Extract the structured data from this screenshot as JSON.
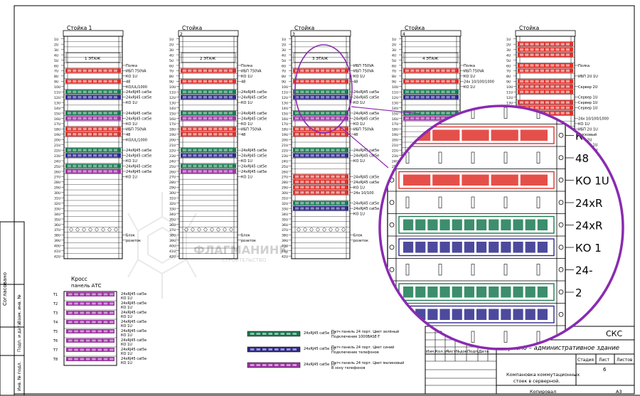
{
  "colors": {
    "red": "#e0302a",
    "green": "#1a7a52",
    "blue": "#2e2a8c",
    "purple": "#9e35a5",
    "magnifier": "#8a2bb0",
    "line": "#000000"
  },
  "racks": [
    {
      "title": "Стойка 1",
      "number": "",
      "floor_label": "1 ЭТАЖ",
      "units": [
        {
          "u": 6,
          "c": "red"
        },
        {
          "u": 8,
          "c": "red"
        },
        {
          "u": 10,
          "c": "green"
        },
        {
          "u": 11,
          "c": "blue"
        },
        {
          "u": 14,
          "c": "green"
        },
        {
          "u": 15,
          "c": "purple"
        },
        {
          "u": 17,
          "c": "red"
        },
        {
          "u": 18,
          "c": "red"
        },
        {
          "u": 21,
          "c": "green"
        },
        {
          "u": 22,
          "c": "blue"
        },
        {
          "u": 24,
          "c": "green"
        },
        {
          "u": 25,
          "c": "purple"
        }
      ],
      "labels": [
        {
          "u": 5,
          "text": "Полка"
        },
        {
          "u": 6,
          "text": "ИБП 750VA"
        },
        {
          "u": 7,
          "text": "КО 1U"
        },
        {
          "u": 8,
          "text": "48"
        },
        {
          "u": 9,
          "text": "КО/UL/1000"
        },
        {
          "u": 10,
          "text": "24xRJ45 cat5e"
        },
        {
          "u": 11,
          "text": "24xRJ45 cat5e"
        },
        {
          "u": 12,
          "text": "КО 1U"
        },
        {
          "u": 14,
          "text": "24xRJ45 cat5e"
        },
        {
          "u": 15,
          "text": "24xRJ45 cat5e"
        },
        {
          "u": 16,
          "text": "КО 1U"
        },
        {
          "u": 17,
          "text": "ИБП 750VA"
        },
        {
          "u": 18,
          "text": "48"
        },
        {
          "u": 19,
          "text": "КО/UL/1000"
        },
        {
          "u": 21,
          "text": "24xRJ45 cat5e"
        },
        {
          "u": 22,
          "text": "24xRJ45 cat5e"
        },
        {
          "u": 23,
          "text": "КО 1U"
        },
        {
          "u": 24,
          "text": "24xRJ45 cat5e"
        },
        {
          "u": 25,
          "text": "24xRJ45 cat5e"
        },
        {
          "u": 26,
          "text": "КО 1U"
        },
        {
          "u": 37,
          "text": "Блок"
        },
        {
          "u": 38,
          "text": "розеток"
        }
      ]
    },
    {
      "title": "Стойка",
      "number": "2",
      "floor_label": "2 ЭТАЖ",
      "units": [
        {
          "u": 6,
          "c": "red"
        },
        {
          "u": 8,
          "c": "red"
        },
        {
          "u": 10,
          "c": "green"
        },
        {
          "u": 11,
          "c": "blue"
        },
        {
          "u": 14,
          "c": "green"
        },
        {
          "u": 15,
          "c": "purple"
        },
        {
          "u": 17,
          "c": "red"
        },
        {
          "u": 18,
          "c": "red"
        },
        {
          "u": 21,
          "c": "green"
        },
        {
          "u": 22,
          "c": "blue"
        },
        {
          "u": 24,
          "c": "green"
        },
        {
          "u": 25,
          "c": "purple"
        }
      ],
      "labels": [
        {
          "u": 5,
          "text": "Полка"
        },
        {
          "u": 6,
          "text": "ИБП 750VA"
        },
        {
          "u": 7,
          "text": "КО 1U"
        },
        {
          "u": 8,
          "text": "48"
        },
        {
          "u": 10,
          "text": "24xRJ45 cat5e"
        },
        {
          "u": 11,
          "text": "24xRJ45 cat5e"
        },
        {
          "u": 12,
          "text": "КО 1U"
        },
        {
          "u": 14,
          "text": "24xRJ45 cat5e"
        },
        {
          "u": 15,
          "text": "24xRJ45 cat5e"
        },
        {
          "u": 16,
          "text": "КО 1U"
        },
        {
          "u": 17,
          "text": "ИБП 750VA"
        },
        {
          "u": 18,
          "text": "48"
        },
        {
          "u": 21,
          "text": "24xRJ45 cat5e"
        },
        {
          "u": 22,
          "text": "24xRJ45 cat5e"
        },
        {
          "u": 23,
          "text": "КО 1U"
        },
        {
          "u": 24,
          "text": "24xRJ45 cat5e"
        },
        {
          "u": 25,
          "text": "24xRJ45 cat5e"
        },
        {
          "u": 26,
          "text": "КО 1U"
        },
        {
          "u": 37,
          "text": "Блок"
        },
        {
          "u": 38,
          "text": "розеток"
        }
      ]
    },
    {
      "title": "Стойка",
      "number": "3",
      "floor_label": "3 ЭТАЖ",
      "units": [
        {
          "u": 6,
          "c": "red"
        },
        {
          "u": 8,
          "c": "red"
        },
        {
          "u": 10,
          "c": "green"
        },
        {
          "u": 11,
          "c": "blue"
        },
        {
          "u": 14,
          "c": "green"
        },
        {
          "u": 15,
          "c": "purple"
        },
        {
          "u": 17,
          "c": "red"
        },
        {
          "u": 18,
          "c": "red"
        },
        {
          "u": 21,
          "c": "green"
        },
        {
          "u": 22,
          "c": "blue"
        },
        {
          "u": 26,
          "c": "red"
        },
        {
          "u": 27,
          "c": "red"
        },
        {
          "u": 28,
          "c": "red"
        },
        {
          "u": 29,
          "c": "red"
        },
        {
          "u": 31,
          "c": "green"
        },
        {
          "u": 32,
          "c": "blue"
        }
      ],
      "labels": [
        {
          "u": 5,
          "text": "ИБП 750VA"
        },
        {
          "u": 6,
          "text": "ИБП 750VA"
        },
        {
          "u": 7,
          "text": "КО 1U"
        },
        {
          "u": 8,
          "text": "48"
        },
        {
          "u": 10,
          "text": "24xRJ45 cat5e"
        },
        {
          "u": 11,
          "text": "24xRJ45 cat5e"
        },
        {
          "u": 12,
          "text": "КО 1U"
        },
        {
          "u": 14,
          "text": "24xRJ45 cat5e"
        },
        {
          "u": 15,
          "text": "24xRJ45 cat5e"
        },
        {
          "u": 16,
          "text": "КО 1U"
        },
        {
          "u": 17,
          "text": "ИБП 750VA"
        },
        {
          "u": 18,
          "text": "48"
        },
        {
          "u": 21,
          "text": "24xRJ45 cat5e"
        },
        {
          "u": 22,
          "text": "24xRJ45 cat5e"
        },
        {
          "u": 23,
          "text": "КО 1U"
        },
        {
          "u": 26,
          "text": "24xRJ45 cat5e"
        },
        {
          "u": 27,
          "text": "24xRJ45 cat5e"
        },
        {
          "u": 28,
          "text": "КО 1U"
        },
        {
          "u": 29,
          "text": "24x 10/100"
        },
        {
          "u": 31,
          "text": "24xRJ45 cat5e"
        },
        {
          "u": 32,
          "text": "24xRJ45 cat5e"
        },
        {
          "u": 33,
          "text": "КО 1U"
        },
        {
          "u": 37,
          "text": "Блок"
        },
        {
          "u": 38,
          "text": "розеток"
        }
      ]
    },
    {
      "title": "Стойка",
      "number": "4",
      "floor_label": "4 ЭТАЖ",
      "units": [
        {
          "u": 6,
          "c": "red"
        },
        {
          "u": 8,
          "c": "red"
        },
        {
          "u": 10,
          "c": "green"
        },
        {
          "u": 11,
          "c": "blue"
        },
        {
          "u": 14,
          "c": "green"
        },
        {
          "u": 15,
          "c": "purple"
        }
      ],
      "labels": [
        {
          "u": 5,
          "text": "Полка"
        },
        {
          "u": 6,
          "text": "ИБП 750VA"
        },
        {
          "u": 7,
          "text": "КО 1U"
        },
        {
          "u": 8,
          "text": "24x 10/100/1000"
        },
        {
          "u": 9,
          "text": "КО 1U"
        }
      ]
    },
    {
      "title": "Стойка",
      "number": "",
      "floor_label": "",
      "units": [
        {
          "u": 1,
          "c": "red"
        },
        {
          "u": 2,
          "c": "red"
        },
        {
          "u": 3,
          "c": "red"
        },
        {
          "u": 5,
          "c": "red"
        },
        {
          "u": 6,
          "c": "red"
        },
        {
          "u": 8,
          "c": "red"
        },
        {
          "u": 9,
          "c": "red"
        },
        {
          "u": 10,
          "c": "red"
        },
        {
          "u": 12,
          "c": "red"
        },
        {
          "u": 13,
          "c": "red"
        },
        {
          "u": 14,
          "c": "red"
        }
      ],
      "labels": [
        {
          "u": 5,
          "text": "Полка"
        },
        {
          "u": 7,
          "text": "ИБП 2U 1U"
        },
        {
          "u": 9,
          "text": "Сервер 2U"
        },
        {
          "u": 11,
          "text": "Сервер 1U"
        },
        {
          "u": 12,
          "text": "Сервер 1U"
        },
        {
          "u": 13,
          "text": "Сервер 1U"
        },
        {
          "u": 15,
          "text": "24x 10/100/1000"
        },
        {
          "u": 16,
          "text": "КО 1U"
        },
        {
          "u": 17,
          "text": "ИБП 2U 1U"
        },
        {
          "u": 18,
          "text": "Дисковый"
        },
        {
          "u": 19,
          "text": "ИБП 2U"
        },
        {
          "u": 20,
          "text": "Сервер 1U"
        },
        {
          "u": 21,
          "text": "Сервер 1U"
        },
        {
          "u": 22,
          "text": "Сервер 2U"
        }
      ]
    }
  ],
  "cross": {
    "title_line1": "Кросс",
    "title_line2": "панель АТС",
    "rows": [
      {
        "num": "Т1",
        "labels": [
          "24xRJ45 cat5e",
          "КО 1U"
        ]
      },
      {
        "num": "Т2",
        "labels": [
          "24xRJ45 cat5e",
          "КО 1U"
        ]
      },
      {
        "num": "Т3",
        "labels": [
          "24xRJ45 cat5e",
          "КО 1U"
        ]
      },
      {
        "num": "Т4",
        "labels": [
          "24xRJ45 cat5e",
          "КО 1U"
        ]
      },
      {
        "num": "Т5",
        "labels": [
          "24xRJ45 cat5e",
          "КО 1U"
        ]
      },
      {
        "num": "Т6",
        "labels": [
          "24xRJ45 cat5e",
          "КО 1U"
        ]
      },
      {
        "num": "Т7",
        "labels": [
          "24xRJ45 cat5e",
          "КО 1U"
        ]
      },
      {
        "num": "Т8",
        "labels": [
          "24xRJ45 cat5e",
          "КО 1U"
        ]
      }
    ]
  },
  "legend": [
    {
      "color": "green",
      "label": "24xRJ45 cat5e 1U",
      "desc1": "Патч панель 24 порт. Цвет зелёный",
      "desc2": "Подключение 1000BASE-T"
    },
    {
      "color": "blue",
      "label": "24xRJ45 cat5e 1U",
      "desc1": "Патч панель 24 порт. Цвет синий",
      "desc2": "Подключение телефонов"
    },
    {
      "color": "purple",
      "label": "24xRJ45 cat5e 1U",
      "desc1": "Патч панель 24 порт. Цвет малиновый",
      "desc2": "В зону телефонов"
    }
  ],
  "magnifier": {
    "title": "3 ЭТАЖ",
    "labels": [
      "И",
      "КО",
      "48",
      "КО 1U",
      "24xR",
      "24xR",
      "КО 1",
      "24-",
      "2"
    ]
  },
  "side_text": {
    "agreed": "Согласовано",
    "inv": "Инв. № подл.",
    "sign_date": "Подп. и дата",
    "replace": "Взам. инв. №"
  },
  "title_block": {
    "code": "СКС",
    "project": "Офисно – административное здание",
    "h_izm": "Изм.",
    "h_kol": "Кол.уч",
    "h_list": "Лист",
    "h_doc": "№док.",
    "h_sign": "Подп.",
    "h_date": "Дата",
    "stage_h": "Стадия",
    "sheet_h": "Лист",
    "sheets_h": "Листов",
    "sheet": "6",
    "desc_line1": "Компановка коммутационных",
    "desc_line2": "стоек в серверной.",
    "copied": "Копировал",
    "format": "А3"
  },
  "watermark": {
    "brand": "ФЛАГМАНИНК",
    "sub": "СТРОИТЕЛЬСТВО"
  }
}
